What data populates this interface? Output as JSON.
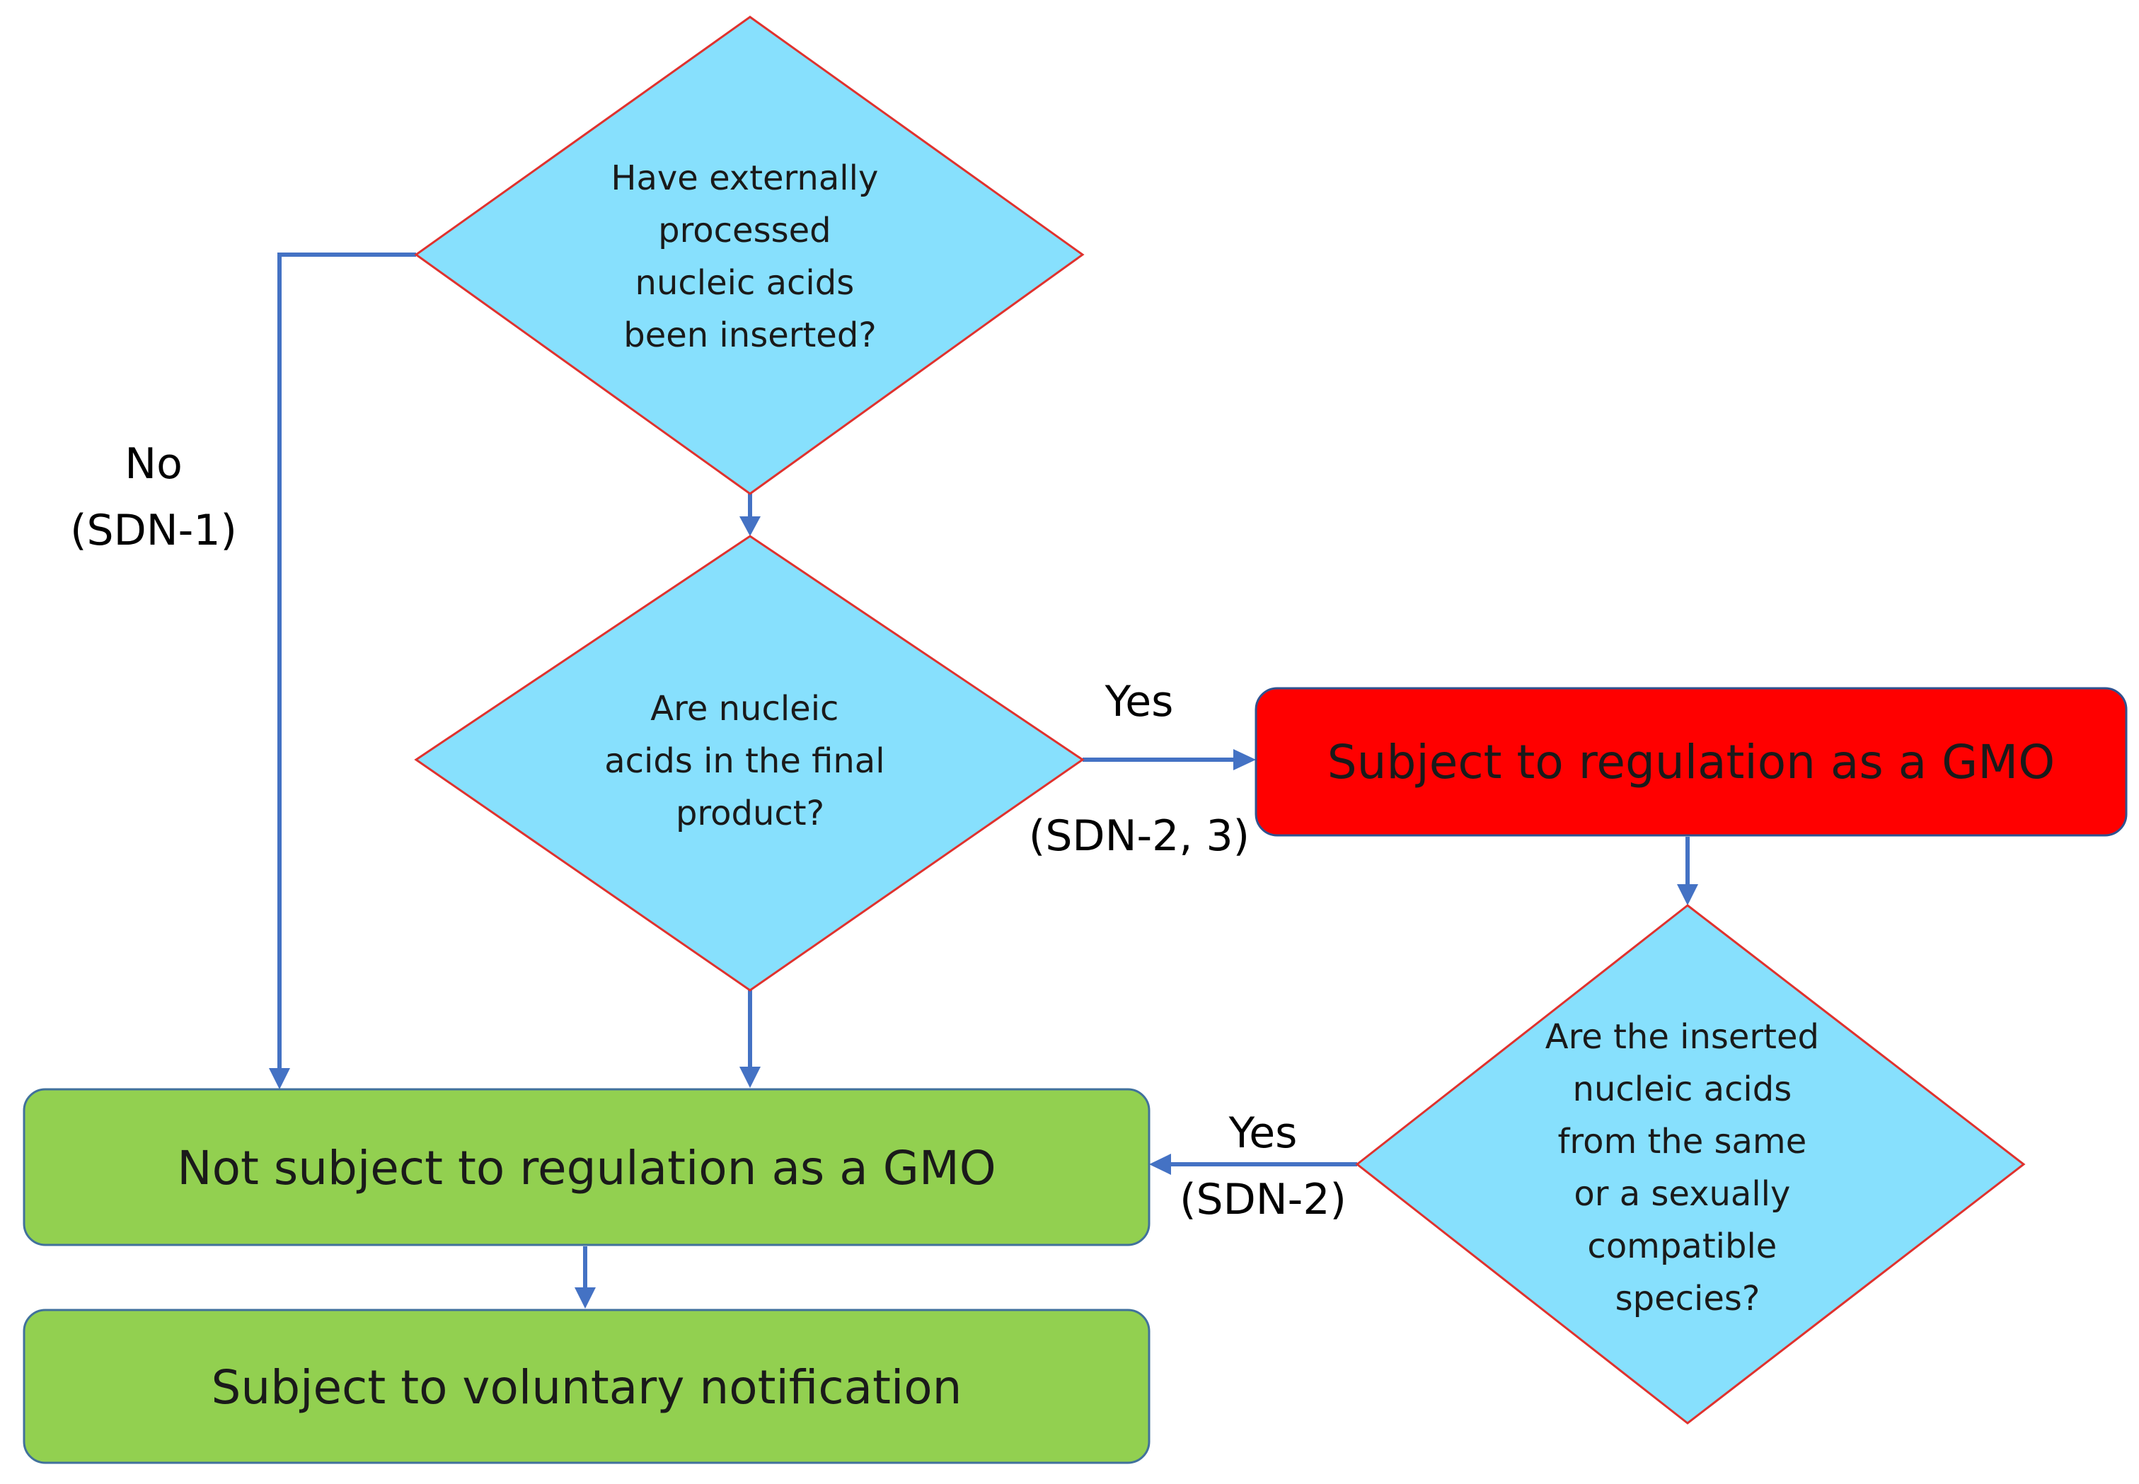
{
  "nodes": {
    "q_inserted": {
      "lines": [
        "Have externally",
        "processed",
        "nucleic acids",
        "been inserted?"
      ]
    },
    "q_final_product": {
      "lines": [
        "Are nucleic",
        "acids in the final",
        "product?"
      ]
    },
    "q_same_species": {
      "lines": [
        "Are the inserted",
        "nucleic acids",
        "from the same",
        "or a sexually",
        "compatible",
        "species?"
      ]
    },
    "gmo_box": {
      "label": "Subject to regulation as a GMO"
    },
    "not_gmo_box": {
      "label": "Not subject to regulation as a GMO"
    },
    "voluntary_box": {
      "label": "Subject to voluntary notification"
    }
  },
  "edges": {
    "no_sdn1": {
      "line1": "No",
      "line2": "(SDN-1)"
    },
    "yes_sdn23": {
      "line1": "Yes",
      "line2": "(SDN-2, 3)"
    },
    "yes_sdn2": {
      "line1": "Yes",
      "line2": "(SDN-2)"
    }
  },
  "colors": {
    "decision_fill": "#87E0FD",
    "decision_stroke": "#E0322E",
    "regulated_fill": "#FF0000",
    "not_regulated_fill": "#92D050",
    "connector": "#4472C4"
  }
}
